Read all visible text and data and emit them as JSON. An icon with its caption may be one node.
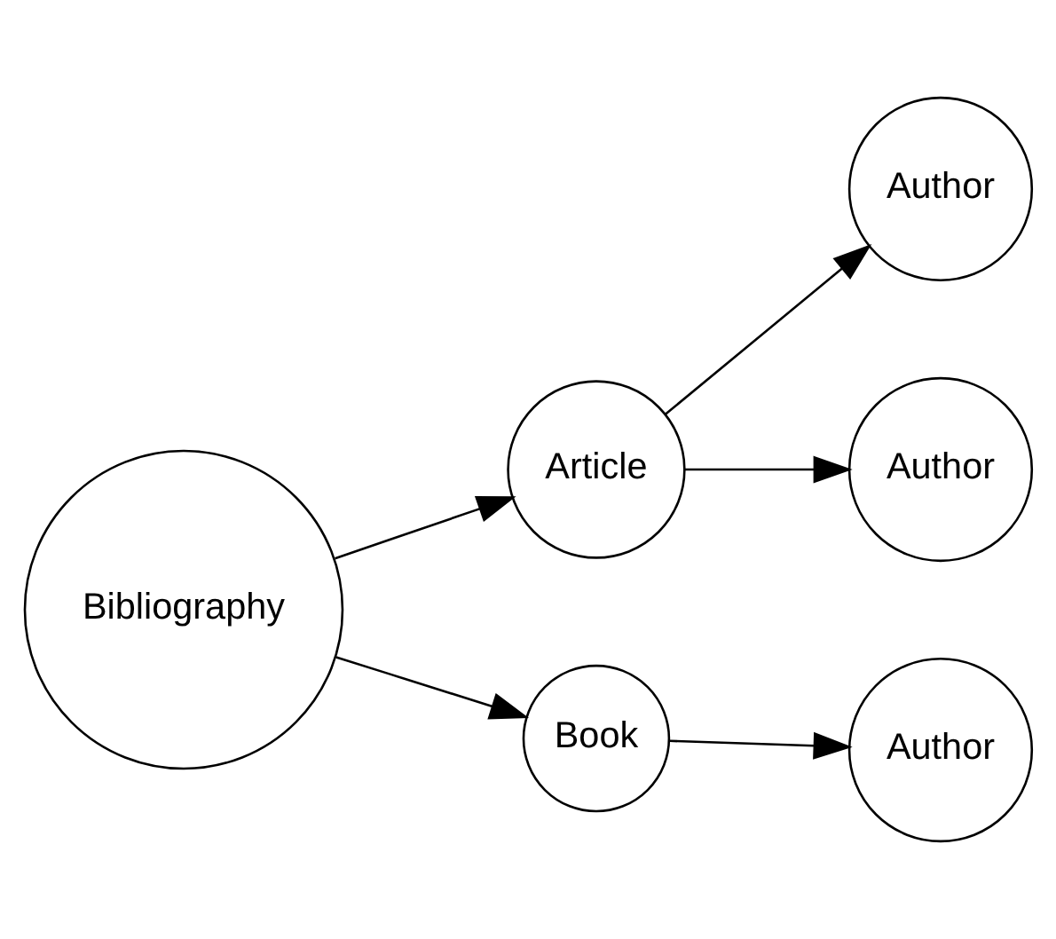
{
  "diagram": {
    "nodes": [
      {
        "text": [
          "Bibliography"
        ]
      },
      {
        "text": [
          "Article"
        ]
      },
      {
        "text": [
          "Book"
        ]
      },
      {
        "text": [
          "Author"
        ]
      },
      {
        "text": [
          "Author"
        ]
      },
      {
        "text": [
          "Author"
        ]
      }
    ],
    "edges": [
      {
        "from": 0,
        "to": 1,
        "arrow": "to"
      },
      {
        "from": 0,
        "to": 2,
        "arrow": "to"
      },
      {
        "from": 1,
        "to": 3,
        "arrow": "to"
      },
      {
        "from": 1,
        "to": 4,
        "arrow": "to"
      },
      {
        "from": 2,
        "to": 5,
        "arrow": "to"
      }
    ]
  }
}
